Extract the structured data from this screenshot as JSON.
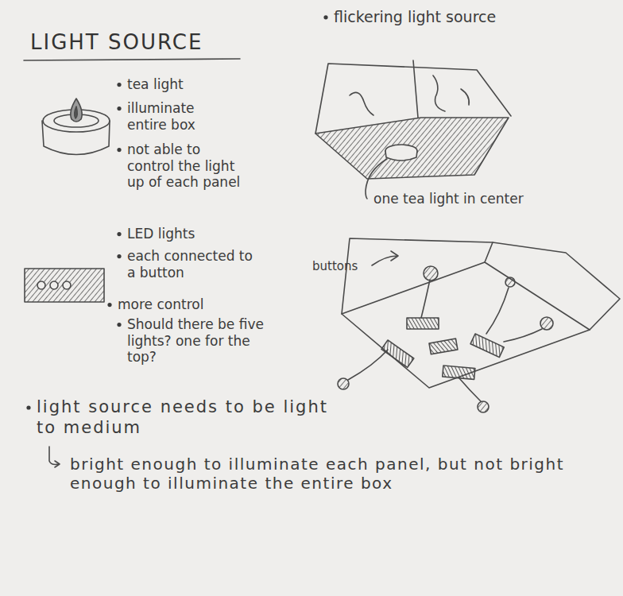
{
  "diagram": {
    "title": "LIGHT SOURCE",
    "labels": [
      "flickering light source",
      "tea light",
      "illuminate entire box",
      "not able to control the light up of each panel",
      "one tea light in center",
      "LED lights",
      "buttons",
      "each connected to a button",
      "more control",
      "Should there be five lights? one for the top?",
      "light source needs to be light to medium",
      "bright enough to illuminate each panel, but not bright enough to illuminate the entire box"
    ]
  }
}
